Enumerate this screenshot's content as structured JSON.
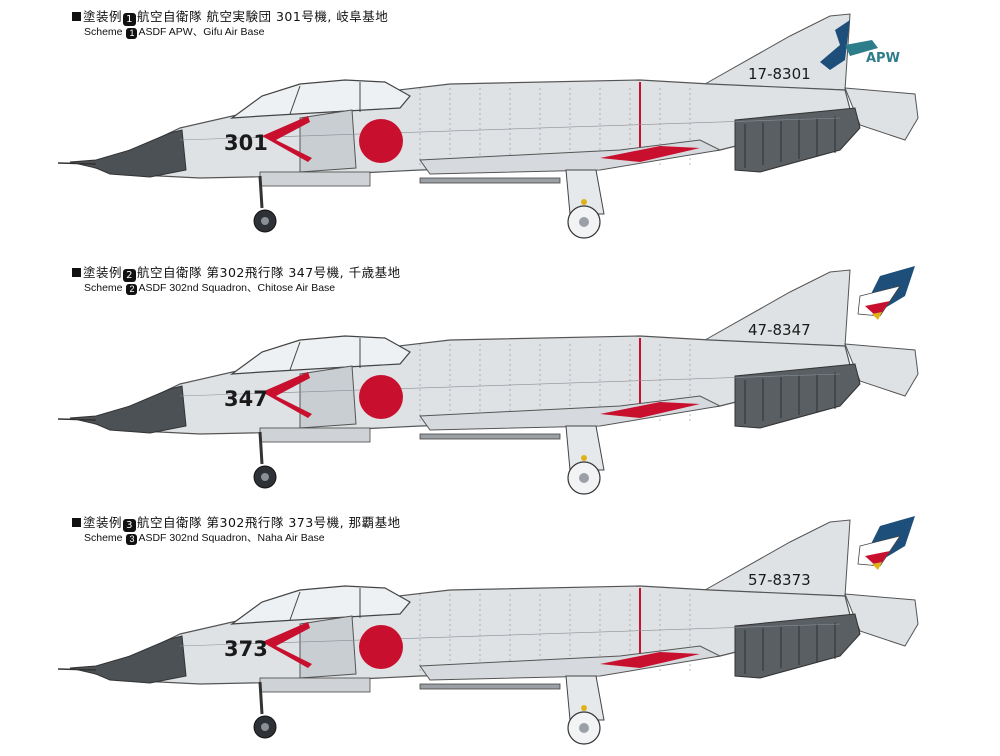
{
  "colors": {
    "fuselage": "#dfe2e5",
    "panel_line": "#8a8f95",
    "dark_gray": "#4c5156",
    "hinomaru": "#c8102e",
    "accent_blue": "#1d4f7a",
    "accent_teal": "#2d7d8a",
    "accent_gold": "#e0b21a",
    "text": "#111111"
  },
  "schemes": [
    {
      "number": "1",
      "jp_prefix": "塗装例",
      "jp_text": "航空自衛隊  航空実験団  301号機,  岐阜基地",
      "en_prefix": "Scheme",
      "en_text": "ASDF APW、Gifu Air Base",
      "nose_number": "301",
      "tail_number": "17-8301",
      "tail_marking": "APW",
      "tail_style": "apw"
    },
    {
      "number": "2",
      "jp_prefix": "塗装例",
      "jp_text": "航空自衛隊  第302飛行隊   347号機,  千歳基地",
      "en_prefix": "Scheme",
      "en_text": "ASDF 302nd Squadron、Chitose Air Base",
      "nose_number": "347",
      "tail_number": "47-8347",
      "tail_marking": "",
      "tail_style": "eagle"
    },
    {
      "number": "3",
      "jp_prefix": "塗装例",
      "jp_text": "航空自衛隊  第302飛行隊   373号機,  那覇基地",
      "en_prefix": "Scheme",
      "en_text": "ASDF 302nd Squadron、Naha Air Base",
      "nose_number": "373",
      "tail_number": "57-8373",
      "tail_marking": "",
      "tail_style": "eagle"
    }
  ]
}
